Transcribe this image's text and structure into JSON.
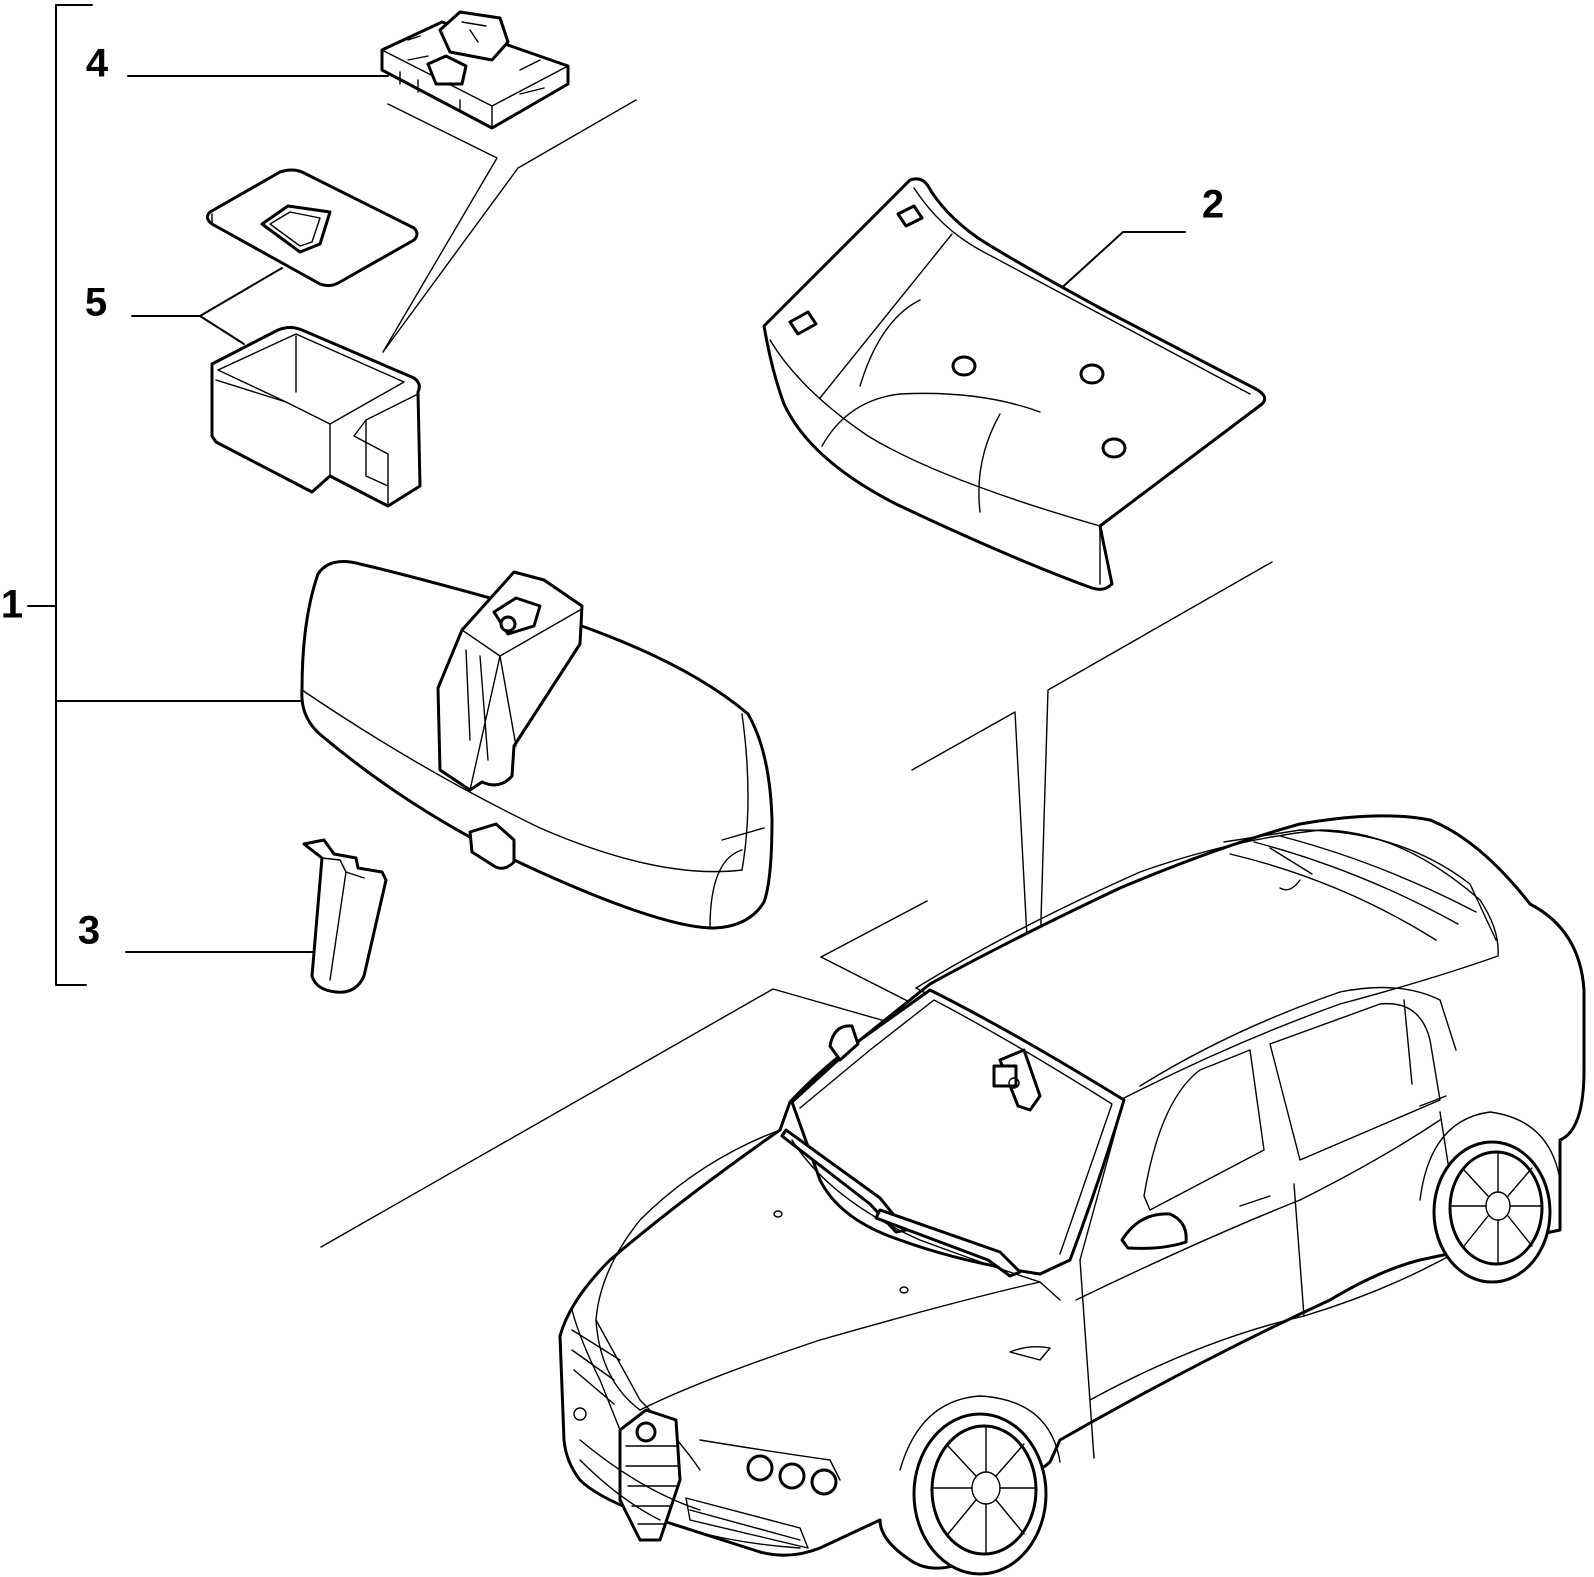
{
  "callouts": {
    "item_1": "1",
    "item_2": "2",
    "item_3": "3",
    "item_4": "4",
    "item_5": "5"
  },
  "colors": {
    "line": "#000000",
    "background": "#ffffff"
  }
}
